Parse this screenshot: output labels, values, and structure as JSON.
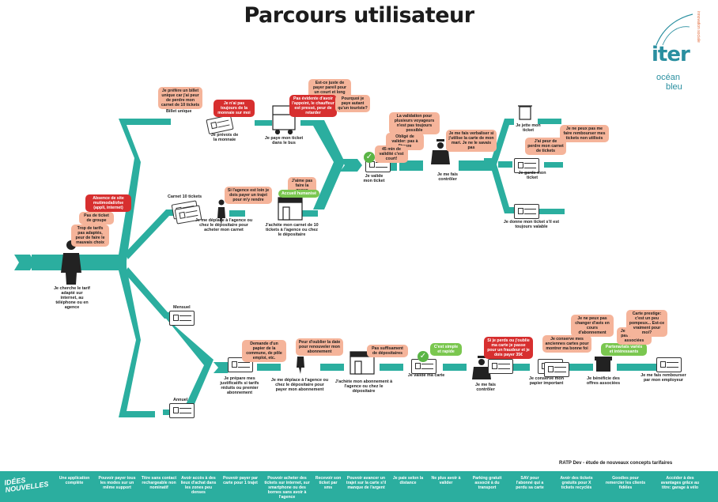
{
  "title": "Parcours utilisateur",
  "logo": {
    "name": "iter",
    "line1": "océan",
    "line2": "bleu",
    "vertical": "innovation sociale"
  },
  "branches": {
    "billet": "Billet unique",
    "carnet": "Carnet 10 tickets",
    "mensuel": "Mensuel",
    "annuel": "Annuel"
  },
  "start": {
    "label": "Je cherche le tarif adapté sur internet, au téléphone ou en agence",
    "bubbles": [
      "Absence de site mutimodal/ofse (appli, internet)",
      "Pas de ticket de groupe",
      "Trop de tarifs pas adaptés, peur de faire le mauvais choix"
    ]
  },
  "top": {
    "b1": "Je préfère un billet unique car j'ai peur de perdre mon carnet de 10 tickets",
    "b2": "Je n'ai pas toujours de la monnaie sur moi",
    "b3": "Est-ce juste de payer pareil pour un court et long trajet",
    "b4": "Pas évidente d'avoir l'appoint, le chauffeur est pressé, peur de retarder",
    "b5": "Pourquoi je paye autant qu'un touriste?",
    "s1": "Je prévois de la monnaie",
    "s2": "Je paye mon ticket dans le bus",
    "b6": "Si l'agence est loin je dois payer un trajet pour m'y rendre",
    "b7": "J'aime pas faire la queue",
    "g1": "Accueil humanisé",
    "s3": "Je me déplace à l'agence ou chez le dépositaire pour acheter mon carnet",
    "s4": "J'achète mon carnet de 10 tickets à l'agence ou chez le dépositaire",
    "b8": "La validation pour plusieurs voyageurs n'est pas toujours possible",
    "b9": "Obligé de valider: pas à l'heure",
    "b10": "45 min de validité c'est court!",
    "s5": "Je valide mon ticket",
    "b11": "Je me fais verbaliser si j'utilise la carte de mon mari. Je ne le savais pas",
    "s6": "Je me fais contrôler",
    "e1": "Je jette mon ticket",
    "b12": "J'ai peur de perdre mon carnet de tickets",
    "b13": "Je ne peux pas me faire rembourser mes tickets non utilisés",
    "e2": "Je garde mon ticket",
    "e3": "Je donne mon ticket s'il est toujours valable"
  },
  "bottom": {
    "s1": "Je prépare mes justificatifs si tarifs réduits ou premier abonnement",
    "b1": "Demande d'un papier de la commune, de pôle emploi, etc.",
    "s2": "Je me déplace à l'agence ou chez le dépositaire pour payer mon abonnement",
    "b2": "Peur d'oublier la date pour renouveler mon abonnement",
    "s3": "J'achète mon abonnement à l'agence ou chez le dépositaire",
    "b3": "Pas suffisament de dépositaires",
    "g1": "C'est simple et rapide",
    "s4": "Je valide ma carte",
    "b4": "Si je perds ou j'oublie ma carte je passe pour un fraudeur et je dois payer 35€",
    "s5": "Je me fais contrôler",
    "b5": "Je conserve mes anciennes cartes pour montrer ma bonne foi",
    "b6": "Je ne peux pas changer d'avis en cours d'abonnement",
    "s6": "Je conserve mon papier important",
    "g2": "Partenariats variés et intéressants",
    "b7": "Je ne connais pas les offres associées",
    "b8": "Carte prestige: c'est un peu pompeux... Est-ce vraiment pour moi?",
    "s7": "Je bénéficie des offres associées",
    "s8": "Je me fais rembourser par mon employeur"
  },
  "credit": "RATP Dev - étude de nouveaux concepts tarifaires",
  "footer": {
    "brand": "IDÉES NOUVELLES",
    "items": [
      "Une application complète",
      "Pouvoir payer tous les modes sur un même support",
      "Titre sans contact rechargeable non nominatif",
      "Avoir accès à des lieux d'achat dans les zones peu denses",
      "Pouvoir payer par carte pour 1 trajet",
      "Pouvoir acheter des tickets sur internet, sur smartphone ou des bornes sans avoir à l'agence",
      "Recevoir son ticket par sms",
      "Pouvoir avancer un trajet sur la carte s'il manque de l'argent",
      "Je paie selon la distance",
      "Ne plus avoir à valider",
      "Parking gratuit associé à du transport",
      "SAV pour l'abonné qui a perdu sa carte",
      "Avoir des tickets gratuits pour X tickets recyclés",
      "Goodies pour remercier les clients fidèles",
      "Accéder à des avantages grâce au titre: garage à vélo"
    ]
  },
  "colors": {
    "accent": "#2bae9f",
    "pain": "#f5b49a",
    "critical": "#d72f2f",
    "positive": "#7ac74f"
  }
}
